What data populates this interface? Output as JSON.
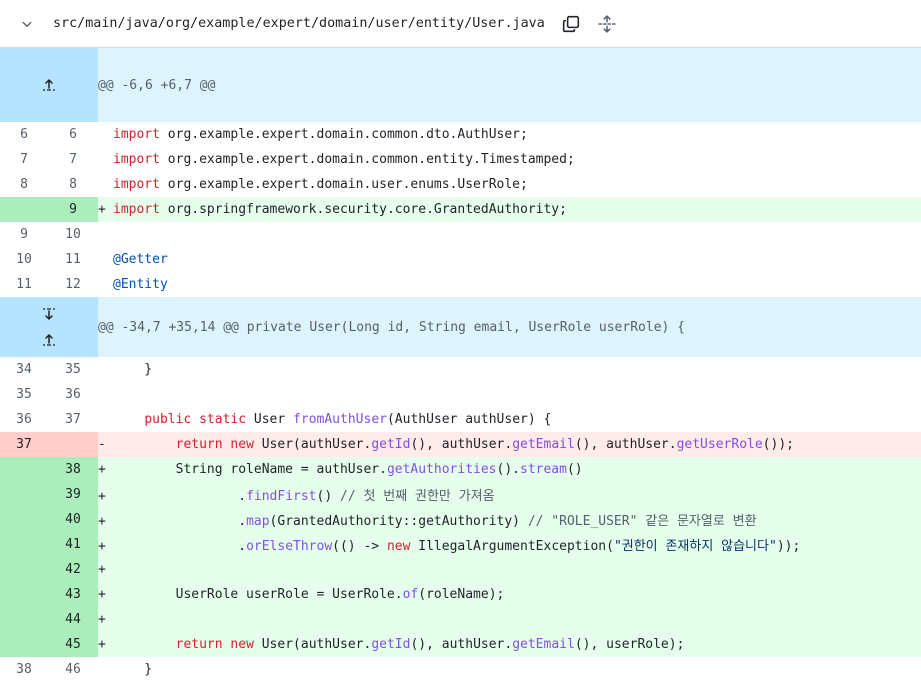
{
  "file_header": {
    "path": "src/main/java/org/example/expert/domain/user/entity/User.java"
  },
  "hunks": [
    "@@ -6,6 +6,7 @@",
    "@@ -34,7 +35,14 @@ private User(Long id, String email, UserRole userRole) {"
  ],
  "lines": [
    {
      "old": "6",
      "new": "6",
      "type": "ctx",
      "tokens": [
        {
          "c": "kw",
          "t": "import"
        },
        {
          "c": "",
          "t": " org.example.expert.domain.common.dto.AuthUser;"
        }
      ]
    },
    {
      "old": "7",
      "new": "7",
      "type": "ctx",
      "tokens": [
        {
          "c": "kw",
          "t": "import"
        },
        {
          "c": "",
          "t": " org.example.expert.domain.common.entity.Timestamped;"
        }
      ]
    },
    {
      "old": "8",
      "new": "8",
      "type": "ctx",
      "tokens": [
        {
          "c": "kw",
          "t": "import"
        },
        {
          "c": "",
          "t": " org.example.expert.domain.user.enums.UserRole;"
        }
      ]
    },
    {
      "old": "",
      "new": "9",
      "type": "add",
      "tokens": [
        {
          "c": "kw",
          "t": "import"
        },
        {
          "c": "",
          "t": " org.springframework.security.core.GrantedAuthority;"
        }
      ]
    },
    {
      "old": "9",
      "new": "10",
      "type": "ctx",
      "tokens": []
    },
    {
      "old": "10",
      "new": "11",
      "type": "ctx",
      "tokens": [
        {
          "c": "an",
          "t": "@Getter"
        }
      ]
    },
    {
      "old": "11",
      "new": "12",
      "type": "ctx",
      "tokens": [
        {
          "c": "an",
          "t": "@Entity"
        }
      ]
    },
    {
      "old": "34",
      "new": "35",
      "type": "ctx",
      "tokens": [
        {
          "c": "",
          "t": "    }"
        }
      ]
    },
    {
      "old": "35",
      "new": "36",
      "type": "ctx",
      "tokens": []
    },
    {
      "old": "36",
      "new": "37",
      "type": "ctx",
      "tokens": [
        {
          "c": "",
          "t": "    "
        },
        {
          "c": "kw",
          "t": "public"
        },
        {
          "c": "",
          "t": " "
        },
        {
          "c": "kw",
          "t": "static"
        },
        {
          "c": "",
          "t": " User "
        },
        {
          "c": "fn",
          "t": "fromAuthUser"
        },
        {
          "c": "",
          "t": "(AuthUser authUser) {"
        }
      ]
    },
    {
      "old": "37",
      "new": "",
      "type": "del",
      "tokens": [
        {
          "c": "",
          "t": "        "
        },
        {
          "c": "kw",
          "t": "return"
        },
        {
          "c": "",
          "t": " "
        },
        {
          "c": "kw",
          "t": "new"
        },
        {
          "c": "",
          "t": " User(authUser."
        },
        {
          "c": "fn",
          "t": "getId"
        },
        {
          "c": "",
          "t": "(), authUser."
        },
        {
          "c": "fn",
          "t": "getEmail"
        },
        {
          "c": "",
          "t": "(), authUser."
        },
        {
          "c": "fn",
          "t": "getUserRole"
        },
        {
          "c": "",
          "t": "());"
        }
      ]
    },
    {
      "old": "",
      "new": "38",
      "type": "add",
      "tokens": [
        {
          "c": "",
          "t": "        String roleName = authUser."
        },
        {
          "c": "fn",
          "t": "getAuthorities"
        },
        {
          "c": "",
          "t": "()."
        },
        {
          "c": "fn",
          "t": "stream"
        },
        {
          "c": "",
          "t": "()"
        }
      ]
    },
    {
      "old": "",
      "new": "39",
      "type": "add",
      "tokens": [
        {
          "c": "",
          "t": "                ."
        },
        {
          "c": "fn",
          "t": "findFirst"
        },
        {
          "c": "",
          "t": "() "
        },
        {
          "c": "cm",
          "t": "// 첫 번째 권한만 가져옴"
        }
      ]
    },
    {
      "old": "",
      "new": "40",
      "type": "add",
      "tokens": [
        {
          "c": "",
          "t": "                ."
        },
        {
          "c": "fn",
          "t": "map"
        },
        {
          "c": "",
          "t": "(GrantedAuthority::getAuthority) "
        },
        {
          "c": "cm",
          "t": "// \"ROLE_USER\" 같은 문자열로 변환"
        }
      ]
    },
    {
      "old": "",
      "new": "41",
      "type": "add",
      "tokens": [
        {
          "c": "",
          "t": "                ."
        },
        {
          "c": "fn",
          "t": "orElseThrow"
        },
        {
          "c": "",
          "t": "(() -> "
        },
        {
          "c": "kw",
          "t": "new"
        },
        {
          "c": "",
          "t": " IllegalArgumentException("
        },
        {
          "c": "st",
          "t": "\"권한이 존재하지 않습니다\""
        },
        {
          "c": "",
          "t": "));"
        }
      ]
    },
    {
      "old": "",
      "new": "42",
      "type": "add",
      "tokens": []
    },
    {
      "old": "",
      "new": "43",
      "type": "add",
      "tokens": [
        {
          "c": "",
          "t": "        UserRole userRole = UserRole."
        },
        {
          "c": "fn",
          "t": "of"
        },
        {
          "c": "",
          "t": "(roleName);"
        }
      ]
    },
    {
      "old": "",
      "new": "44",
      "type": "add",
      "tokens": []
    },
    {
      "old": "",
      "new": "45",
      "type": "add",
      "tokens": [
        {
          "c": "",
          "t": "        "
        },
        {
          "c": "kw",
          "t": "return"
        },
        {
          "c": "",
          "t": " "
        },
        {
          "c": "kw",
          "t": "new"
        },
        {
          "c": "",
          "t": " User(authUser."
        },
        {
          "c": "fn",
          "t": "getId"
        },
        {
          "c": "",
          "t": "(), authUser."
        },
        {
          "c": "fn",
          "t": "getEmail"
        },
        {
          "c": "",
          "t": "(), userRole);"
        }
      ]
    },
    {
      "old": "38",
      "new": "46",
      "type": "ctx",
      "tokens": [
        {
          "c": "",
          "t": "    }"
        }
      ]
    }
  ],
  "colors": {
    "add_bg": "#e6ffec",
    "add_num_bg": "#aceebb",
    "del_bg": "#ffebe9",
    "del_num_bg": "#ffcecb",
    "hunk_bg": "#ddf4ff",
    "expand_bg": "#b6e3ff",
    "keyword": "#cf222e",
    "method": "#8250df"
  },
  "icons": [
    "chevron-down-icon",
    "copy-icon",
    "unfold-icon",
    "expand-up-icon",
    "expand-down-icon"
  ]
}
